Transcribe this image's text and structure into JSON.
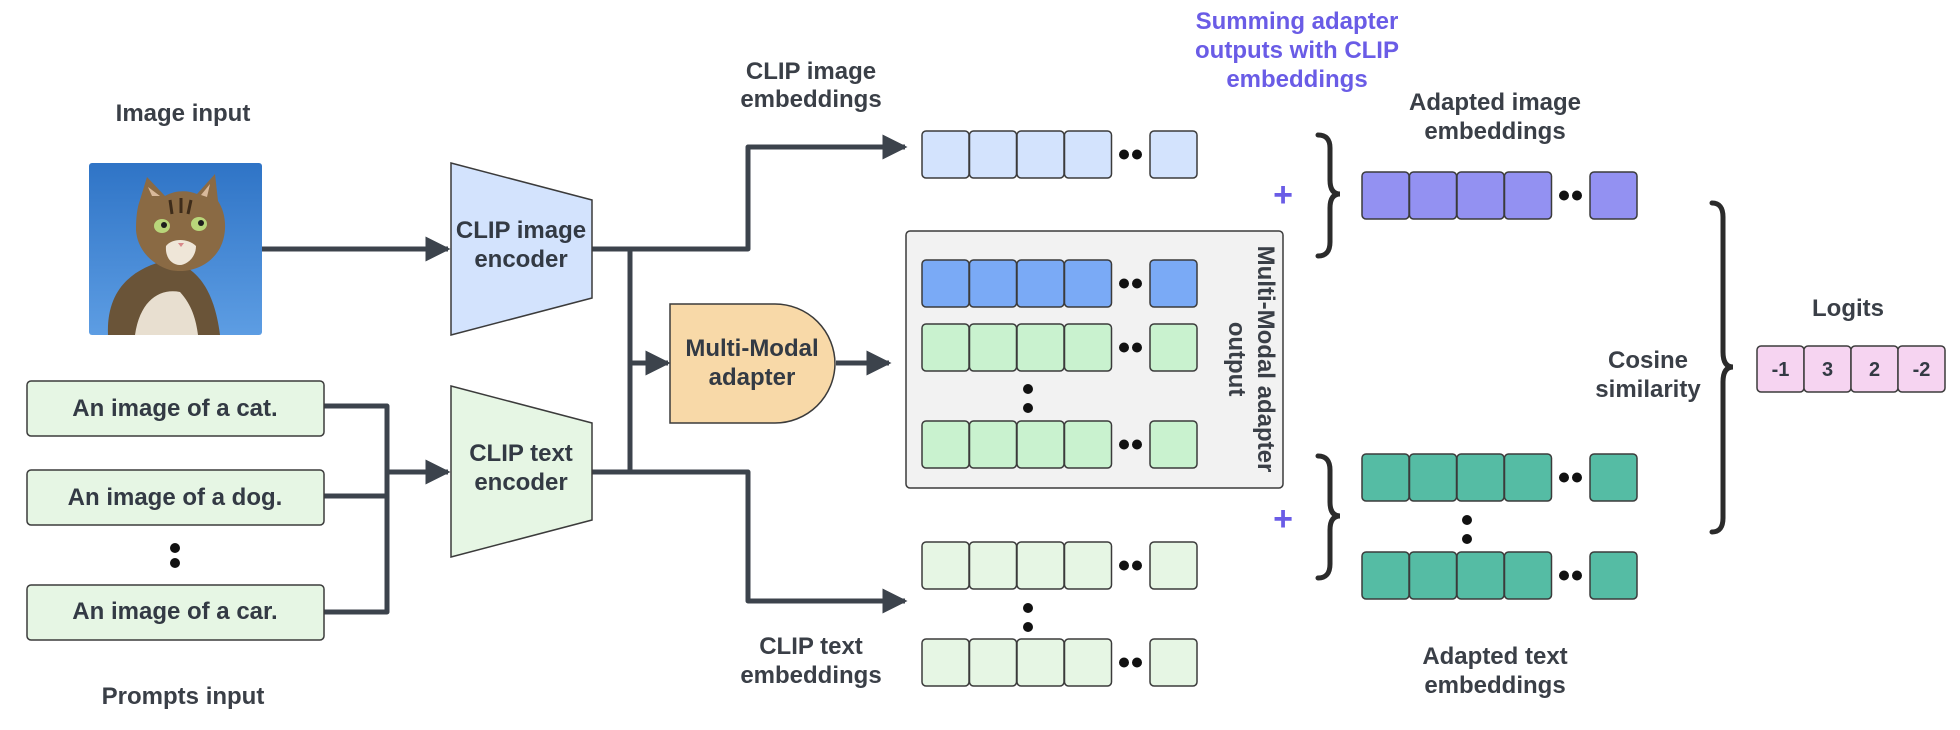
{
  "labels": {
    "image_input": "Image input",
    "prompts_input": "Prompts input",
    "clip_image_embeddings": [
      "CLIP image",
      "embeddings"
    ],
    "clip_text_embeddings": [
      "CLIP text",
      "embeddings"
    ],
    "summing_note": [
      "Summing adapter",
      "outputs with CLIP",
      "embeddings"
    ],
    "adapted_image_embeddings": [
      "Adapted image",
      "embeddings"
    ],
    "adapted_text_embeddings": [
      "Adapted text",
      "embeddings"
    ],
    "cosine_similarity": [
      "Cosine",
      "similarity"
    ],
    "logits": "Logits",
    "adapter_output": [
      "Multi-Modal adapter",
      "output"
    ]
  },
  "prompts": [
    "An image of a cat.",
    "An image of a dog.",
    "An image of a car."
  ],
  "encoders": {
    "image": [
      "CLIP image",
      "encoder"
    ],
    "text": [
      "CLIP text",
      "encoder"
    ]
  },
  "adapter": [
    "Multi-Modal",
    "adapter"
  ],
  "plus_sign": "+",
  "logit_values": [
    "-1",
    "3",
    "2",
    "-2"
  ],
  "colors": {
    "clip_image_embedding": "#d3e3fd",
    "adapter_image_output": "#7aaaf6",
    "adapter_text_output": "#c9f2cf",
    "clip_text_embedding": "#e6f6e4",
    "adapted_image": "#9391f2",
    "adapted_text": "#55bca4",
    "prompt_box": "#e6f6e4",
    "image_encoder": "#d3e3fd",
    "text_encoder": "#e6f6e4",
    "adapter": "#f8d9a8",
    "adapter_panel": "#f2f2f2",
    "logits": "#f6d4f1",
    "accent": "#6a5ce6"
  },
  "icons": [
    "cat-photo",
    "plus-icon",
    "ellipsis-dots",
    "curly-brace"
  ]
}
